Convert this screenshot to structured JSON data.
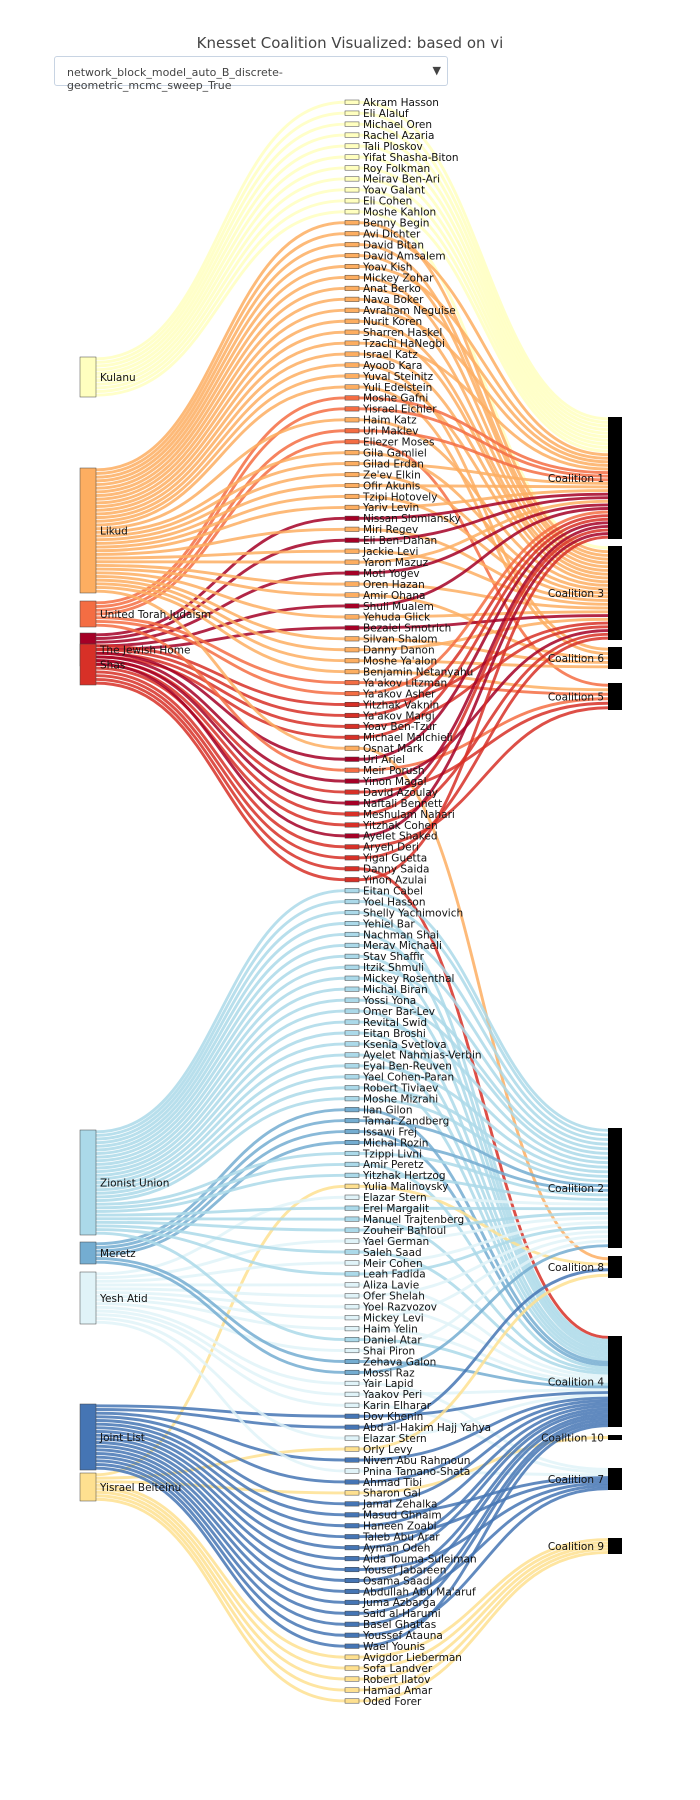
{
  "title": "Knesset Coalition Visualized: based on vi",
  "dropdown": {
    "selected": "network_block_model_auto_B_discrete-geometric_mcmc_sweep_True"
  },
  "colors": {
    "Kulanu": "#ffffbf",
    "Likud": "#fdae61",
    "United Torah Judaism": "#f46d43",
    "The Jewish Home": "#a50026",
    "Shas": "#d73027",
    "Zionist Union": "#abd9e9",
    "Meretz": "#74add1",
    "Yesh Atid": "#e0f3f8",
    "Joint List": "#4575b4",
    "Yisrael Beiteinu": "#fee090",
    "coalition": "#000000"
  },
  "chart_data": {
    "type": "sankey",
    "parties": [
      "Kulanu",
      "Likud",
      "United Torah Judaism",
      "The Jewish Home",
      "Shas",
      "Zionist Union",
      "Meretz",
      "Yesh Atid",
      "Joint List",
      "Yisrael Beiteinu"
    ],
    "coalitions": [
      "Coalition 1",
      "Coalition 3",
      "Coalition 6",
      "Coalition 5",
      "Coalition 2",
      "Coalition 8",
      "Coalition 4",
      "Coalition 10",
      "Coalition 7",
      "Coalition 9"
    ],
    "members": [
      {
        "name": "Akram Hasson",
        "party": "Kulanu",
        "coalition": "Coalition 1"
      },
      {
        "name": "Eli Alaluf",
        "party": "Kulanu",
        "coalition": "Coalition 1"
      },
      {
        "name": "Michael Oren",
        "party": "Kulanu",
        "coalition": "Coalition 1"
      },
      {
        "name": "Rachel Azaria",
        "party": "Kulanu",
        "coalition": "Coalition 1"
      },
      {
        "name": "Tali Ploskov",
        "party": "Kulanu",
        "coalition": "Coalition 1"
      },
      {
        "name": "Yifat Shasha-Biton",
        "party": "Kulanu",
        "coalition": "Coalition 1"
      },
      {
        "name": "Roy Folkman",
        "party": "Kulanu",
        "coalition": "Coalition 1"
      },
      {
        "name": "Meirav Ben-Ari",
        "party": "Kulanu",
        "coalition": "Coalition 1"
      },
      {
        "name": "Yoav Galant",
        "party": "Kulanu",
        "coalition": "Coalition 1"
      },
      {
        "name": "Eli Cohen",
        "party": "Kulanu",
        "coalition": "Coalition 1"
      },
      {
        "name": "Moshe Kahlon",
        "party": "Kulanu",
        "coalition": "Coalition 3"
      },
      {
        "name": "Benny Begin",
        "party": "Likud",
        "coalition": "Coalition 3"
      },
      {
        "name": "Avi Dichter",
        "party": "Likud",
        "coalition": "Coalition 1"
      },
      {
        "name": "David Bitan",
        "party": "Likud",
        "coalition": "Coalition 3"
      },
      {
        "name": "David Amsalem",
        "party": "Likud",
        "coalition": "Coalition 3"
      },
      {
        "name": "Yoav Kish",
        "party": "Likud",
        "coalition": "Coalition 1"
      },
      {
        "name": "Mickey Zohar",
        "party": "Likud",
        "coalition": "Coalition 3"
      },
      {
        "name": "Anat Berko",
        "party": "Likud",
        "coalition": "Coalition 1"
      },
      {
        "name": "Nava Boker",
        "party": "Likud",
        "coalition": "Coalition 3"
      },
      {
        "name": "Avraham Neguise",
        "party": "Likud",
        "coalition": "Coalition 1"
      },
      {
        "name": "Nurit Koren",
        "party": "Likud",
        "coalition": "Coalition 3"
      },
      {
        "name": "Sharren Haskel",
        "party": "Likud",
        "coalition": "Coalition 3"
      },
      {
        "name": "Tzachi HaNegbi",
        "party": "Likud",
        "coalition": "Coalition 1"
      },
      {
        "name": "Israel Katz",
        "party": "Likud",
        "coalition": "Coalition 3"
      },
      {
        "name": "Ayoob Kara",
        "party": "Likud",
        "coalition": "Coalition 6"
      },
      {
        "name": "Yuval Steinitz",
        "party": "Likud",
        "coalition": "Coalition 3"
      },
      {
        "name": "Yuli Edelstein",
        "party": "Likud",
        "coalition": "Coalition 6"
      },
      {
        "name": "Moshe Gafni",
        "party": "United Torah Judaism",
        "coalition": "Coalition 1"
      },
      {
        "name": "Yisrael Eichler",
        "party": "United Torah Judaism",
        "coalition": "Coalition 1"
      },
      {
        "name": "Haim Katz",
        "party": "Likud",
        "coalition": "Coalition 3"
      },
      {
        "name": "Uri Maklev",
        "party": "United Torah Judaism",
        "coalition": "Coalition 1"
      },
      {
        "name": "Eliezer Moses",
        "party": "United Torah Judaism",
        "coalition": "Coalition 5"
      },
      {
        "name": "Gila Gamliel",
        "party": "Likud",
        "coalition": "Coalition 3"
      },
      {
        "name": "Gilad Erdan",
        "party": "Likud",
        "coalition": "Coalition 1"
      },
      {
        "name": "Ze'ev Elkin",
        "party": "Likud",
        "coalition": "Coalition 3"
      },
      {
        "name": "Ofir Akunis",
        "party": "Likud",
        "coalition": "Coalition 1"
      },
      {
        "name": "Tzipi Hotovely",
        "party": "Likud",
        "coalition": "Coalition 3"
      },
      {
        "name": "Yariv Levin",
        "party": "Likud",
        "coalition": "Coalition 1"
      },
      {
        "name": "Nissan Slomiansky",
        "party": "The Jewish Home",
        "coalition": "Coalition 1"
      },
      {
        "name": "Miri Regev",
        "party": "Likud",
        "coalition": "Coalition 3"
      },
      {
        "name": "Eli Ben-Dahan",
        "party": "The Jewish Home",
        "coalition": "Coalition 1"
      },
      {
        "name": "Jackie Levi",
        "party": "Likud",
        "coalition": "Coalition 3"
      },
      {
        "name": "Yaron Mazuz",
        "party": "Likud",
        "coalition": "Coalition 1"
      },
      {
        "name": "Moti Yogev",
        "party": "The Jewish Home",
        "coalition": "Coalition 1"
      },
      {
        "name": "Oren Hazan",
        "party": "Likud",
        "coalition": "Coalition 3"
      },
      {
        "name": "Amir Ohana",
        "party": "Likud",
        "coalition": "Coalition 6"
      },
      {
        "name": "Shuli Mualem",
        "party": "The Jewish Home",
        "coalition": "Coalition 1"
      },
      {
        "name": "Yehuda Glick",
        "party": "Likud",
        "coalition": "Coalition 3"
      },
      {
        "name": "Bezalel Smotrich",
        "party": "The Jewish Home",
        "coalition": "Coalition 3"
      },
      {
        "name": "Silvan Shalom",
        "party": "Likud",
        "coalition": "Coalition 6"
      },
      {
        "name": "Danny Danon",
        "party": "Likud",
        "coalition": "Coalition 3"
      },
      {
        "name": "Moshe Ya'alon",
        "party": "Likud",
        "coalition": "Coalition 6"
      },
      {
        "name": "Benjamin Netanyahu",
        "party": "Likud",
        "coalition": "Coalition 5"
      },
      {
        "name": "Ya'akov Litzman",
        "party": "United Torah Judaism",
        "coalition": "Coalition 5"
      },
      {
        "name": "Ya'akov Asher",
        "party": "United Torah Judaism",
        "coalition": "Coalition 1"
      },
      {
        "name": "Yitzhak Vaknin",
        "party": "Shas",
        "coalition": "Coalition 3"
      },
      {
        "name": "Ya'akov Margi",
        "party": "Shas",
        "coalition": "Coalition 1"
      },
      {
        "name": "Yoav Ben-Tzur",
        "party": "Shas",
        "coalition": "Coalition 3"
      },
      {
        "name": "Michael Malchieli",
        "party": "Shas",
        "coalition": "Coalition 1"
      },
      {
        "name": "Osnat Mark",
        "party": "Likud",
        "coalition": "Coalition 8"
      },
      {
        "name": "Uri Ariel",
        "party": "The Jewish Home",
        "coalition": "Coalition 1"
      },
      {
        "name": "Meir Porush",
        "party": "United Torah Judaism",
        "coalition": "Coalition 5"
      },
      {
        "name": "Yinon Magal",
        "party": "The Jewish Home",
        "coalition": "Coalition 3"
      },
      {
        "name": "David Azoulay",
        "party": "Shas",
        "coalition": "Coalition 5"
      },
      {
        "name": "Naftali Bennett",
        "party": "The Jewish Home",
        "coalition": "Coalition 1"
      },
      {
        "name": "Meshulam Nahari",
        "party": "Shas",
        "coalition": "Coalition 1"
      },
      {
        "name": "Yitzhak Cohen",
        "party": "Shas",
        "coalition": "Coalition 3"
      },
      {
        "name": "Ayelet Shaked",
        "party": "The Jewish Home",
        "coalition": "Coalition 1"
      },
      {
        "name": "Aryeh Deri",
        "party": "Shas",
        "coalition": "Coalition 5"
      },
      {
        "name": "Yigal Guetta",
        "party": "Shas",
        "coalition": "Coalition 3"
      },
      {
        "name": "Danny Saida",
        "party": "Shas",
        "coalition": "Coalition 4"
      },
      {
        "name": "Yinon Azulai",
        "party": "Shas",
        "coalition": "Coalition 1"
      },
      {
        "name": "Eitan Cabel",
        "party": "Zionist Union",
        "coalition": "Coalition 2"
      },
      {
        "name": "Yoel Hasson",
        "party": "Zionist Union",
        "coalition": "Coalition 2"
      },
      {
        "name": "Shelly Yachimovich",
        "party": "Zionist Union",
        "coalition": "Coalition 4"
      },
      {
        "name": "Yehiel Bar",
        "party": "Zionist Union",
        "coalition": "Coalition 2"
      },
      {
        "name": "Nachman Shai",
        "party": "Zionist Union",
        "coalition": "Coalition 4"
      },
      {
        "name": "Merav Michaeli",
        "party": "Zionist Union",
        "coalition": "Coalition 2"
      },
      {
        "name": "Stav Shaffir",
        "party": "Zionist Union",
        "coalition": "Coalition 4"
      },
      {
        "name": "Itzik Shmuli",
        "party": "Zionist Union",
        "coalition": "Coalition 2"
      },
      {
        "name": "Mickey Rosenthal",
        "party": "Zionist Union",
        "coalition": "Coalition 4"
      },
      {
        "name": "Michal Biran",
        "party": "Zionist Union",
        "coalition": "Coalition 2"
      },
      {
        "name": "Yossi Yona",
        "party": "Zionist Union",
        "coalition": "Coalition 2"
      },
      {
        "name": "Omer Bar-Lev",
        "party": "Zionist Union",
        "coalition": "Coalition 4"
      },
      {
        "name": "Revital Swid",
        "party": "Zionist Union",
        "coalition": "Coalition 2"
      },
      {
        "name": "Eitan Broshi",
        "party": "Zionist Union",
        "coalition": "Coalition 4"
      },
      {
        "name": "Ksenia Svetlova",
        "party": "Zionist Union",
        "coalition": "Coalition 2"
      },
      {
        "name": "Ayelet Nahmias-Verbin",
        "party": "Zionist Union",
        "coalition": "Coalition 4"
      },
      {
        "name": "Eyal Ben-Reuven",
        "party": "Zionist Union",
        "coalition": "Coalition 2"
      },
      {
        "name": "Yael Cohen-Paran",
        "party": "Zionist Union",
        "coalition": "Coalition 4"
      },
      {
        "name": "Robert Tiviaev",
        "party": "Zionist Union",
        "coalition": "Coalition 2"
      },
      {
        "name": "Moshe Mizrahi",
        "party": "Zionist Union",
        "coalition": "Coalition 2"
      },
      {
        "name": "Ilan Gilon",
        "party": "Meretz",
        "coalition": "Coalition 4"
      },
      {
        "name": "Tamar Zandberg",
        "party": "Meretz",
        "coalition": "Coalition 2"
      },
      {
        "name": "Issawi Frej",
        "party": "Meretz",
        "coalition": "Coalition 4"
      },
      {
        "name": "Michal Rozin",
        "party": "Meretz",
        "coalition": "Coalition 2"
      },
      {
        "name": "Tzippi Livni",
        "party": "Zionist Union",
        "coalition": "Coalition 2"
      },
      {
        "name": "Amir Peretz",
        "party": "Zionist Union",
        "coalition": "Coalition 4"
      },
      {
        "name": "Yitzhak Hertzog",
        "party": "Zionist Union",
        "coalition": "Coalition 2"
      },
      {
        "name": "Yulia Malinovsky",
        "party": "Yisrael Beiteinu",
        "coalition": "Coalition 8"
      },
      {
        "name": "Elazar Stern",
        "party": "Yesh Atid",
        "coalition": "Coalition 2"
      },
      {
        "name": "Erel Margalit",
        "party": "Zionist Union",
        "coalition": "Coalition 2"
      },
      {
        "name": "Manuel Trajtenberg",
        "party": "Zionist Union",
        "coalition": "Coalition 4"
      },
      {
        "name": "Zouheir Bahloul",
        "party": "Zionist Union",
        "coalition": "Coalition 2"
      },
      {
        "name": "Yael German",
        "party": "Yesh Atid",
        "coalition": "Coalition 2"
      },
      {
        "name": "Saleh Saad",
        "party": "Zionist Union",
        "coalition": "Coalition 4"
      },
      {
        "name": "Meir Cohen",
        "party": "Yesh Atid",
        "coalition": "Coalition 2"
      },
      {
        "name": "Leah Fadida",
        "party": "Zionist Union",
        "coalition": "Coalition 2"
      },
      {
        "name": "Aliza Lavie",
        "party": "Yesh Atid",
        "coalition": "Coalition 4"
      },
      {
        "name": "Ofer Shelah",
        "party": "Yesh Atid",
        "coalition": "Coalition 2"
      },
      {
        "name": "Yoel Razvozov",
        "party": "Yesh Atid",
        "coalition": "Coalition 4"
      },
      {
        "name": "Mickey Levi",
        "party": "Yesh Atid",
        "coalition": "Coalition 2"
      },
      {
        "name": "Haim Yelin",
        "party": "Yesh Atid",
        "coalition": "Coalition 4"
      },
      {
        "name": "Daniel Atar",
        "party": "Zionist Union",
        "coalition": "Coalition 4"
      },
      {
        "name": "Shai Piron",
        "party": "Yesh Atid",
        "coalition": "Coalition 2"
      },
      {
        "name": "Zehava Galon",
        "party": "Meretz",
        "coalition": "Coalition 4"
      },
      {
        "name": "Mossi Raz",
        "party": "Meretz",
        "coalition": "Coalition 2"
      },
      {
        "name": "Yair Lapid",
        "party": "Yesh Atid",
        "coalition": "Coalition 7"
      },
      {
        "name": "Yaakov Peri",
        "party": "Yesh Atid",
        "coalition": "Coalition 4"
      },
      {
        "name": "Karin Elharar",
        "party": "Yesh Atid",
        "coalition": "Coalition 7"
      },
      {
        "name": "Dov Khenin",
        "party": "Joint List",
        "coalition": "Coalition 4"
      },
      {
        "name": "Abd al-Hakim Hajj Yahya",
        "party": "Joint List",
        "coalition": "Coalition 8"
      },
      {
        "name": "Elazar Stern",
        "party": "Yesh Atid",
        "coalition": "Coalition 4"
      },
      {
        "name": "Orly Levy",
        "party": "Yisrael Beiteinu",
        "coalition": "Coalition 8"
      },
      {
        "name": "Niven Abu Rahmoun",
        "party": "Joint List",
        "coalition": "Coalition 4"
      },
      {
        "name": "Pnina Tamano-Shata",
        "party": "Yesh Atid",
        "coalition": "Coalition 7"
      },
      {
        "name": "Ahmad Tibi",
        "party": "Joint List",
        "coalition": "Coalition 4"
      },
      {
        "name": "Sharon Gal",
        "party": "Yisrael Beiteinu",
        "coalition": "Coalition 10"
      },
      {
        "name": "Jamal Zehalka",
        "party": "Joint List",
        "coalition": "Coalition 4"
      },
      {
        "name": "Masud Ghnaim",
        "party": "Joint List",
        "coalition": "Coalition 7"
      },
      {
        "name": "Haneen Zoabi",
        "party": "Joint List",
        "coalition": "Coalition 4"
      },
      {
        "name": "Taleb Abu Arar",
        "party": "Joint List",
        "coalition": "Coalition 7"
      },
      {
        "name": "Ayman Odeh",
        "party": "Joint List",
        "coalition": "Coalition 4"
      },
      {
        "name": "Aida Touma-Suleiman",
        "party": "Joint List",
        "coalition": "Coalition 4"
      },
      {
        "name": "Yousef Jabareen",
        "party": "Joint List",
        "coalition": "Coalition 7"
      },
      {
        "name": "Osama Saadi",
        "party": "Joint List",
        "coalition": "Coalition 4"
      },
      {
        "name": "Abdullah Abu Ma'aruf",
        "party": "Joint List",
        "coalition": "Coalition 4"
      },
      {
        "name": "Juma Azbarga",
        "party": "Joint List",
        "coalition": "Coalition 7"
      },
      {
        "name": "Said al-Harumi",
        "party": "Joint List",
        "coalition": "Coalition 4"
      },
      {
        "name": "Basel Ghattas",
        "party": "Joint List",
        "coalition": "Coalition 4"
      },
      {
        "name": "Youssef Atauna",
        "party": "Joint List",
        "coalition": "Coalition 7"
      },
      {
        "name": "Wael Younis",
        "party": "Joint List",
        "coalition": "Coalition 4"
      },
      {
        "name": "Avigdor Lieberman",
        "party": "Yisrael Beiteinu",
        "coalition": "Coalition 9"
      },
      {
        "name": "Sofa Landver",
        "party": "Yisrael Beiteinu",
        "coalition": "Coalition 9"
      },
      {
        "name": "Robert Ilatov",
        "party": "Yisrael Beiteinu",
        "coalition": "Coalition 9"
      },
      {
        "name": "Hamad Amar",
        "party": "Yisrael Beiteinu",
        "coalition": "Coalition 9"
      },
      {
        "name": "Oded Forer",
        "party": "Yisrael Beiteinu",
        "coalition": "Coalition 9"
      }
    ]
  }
}
